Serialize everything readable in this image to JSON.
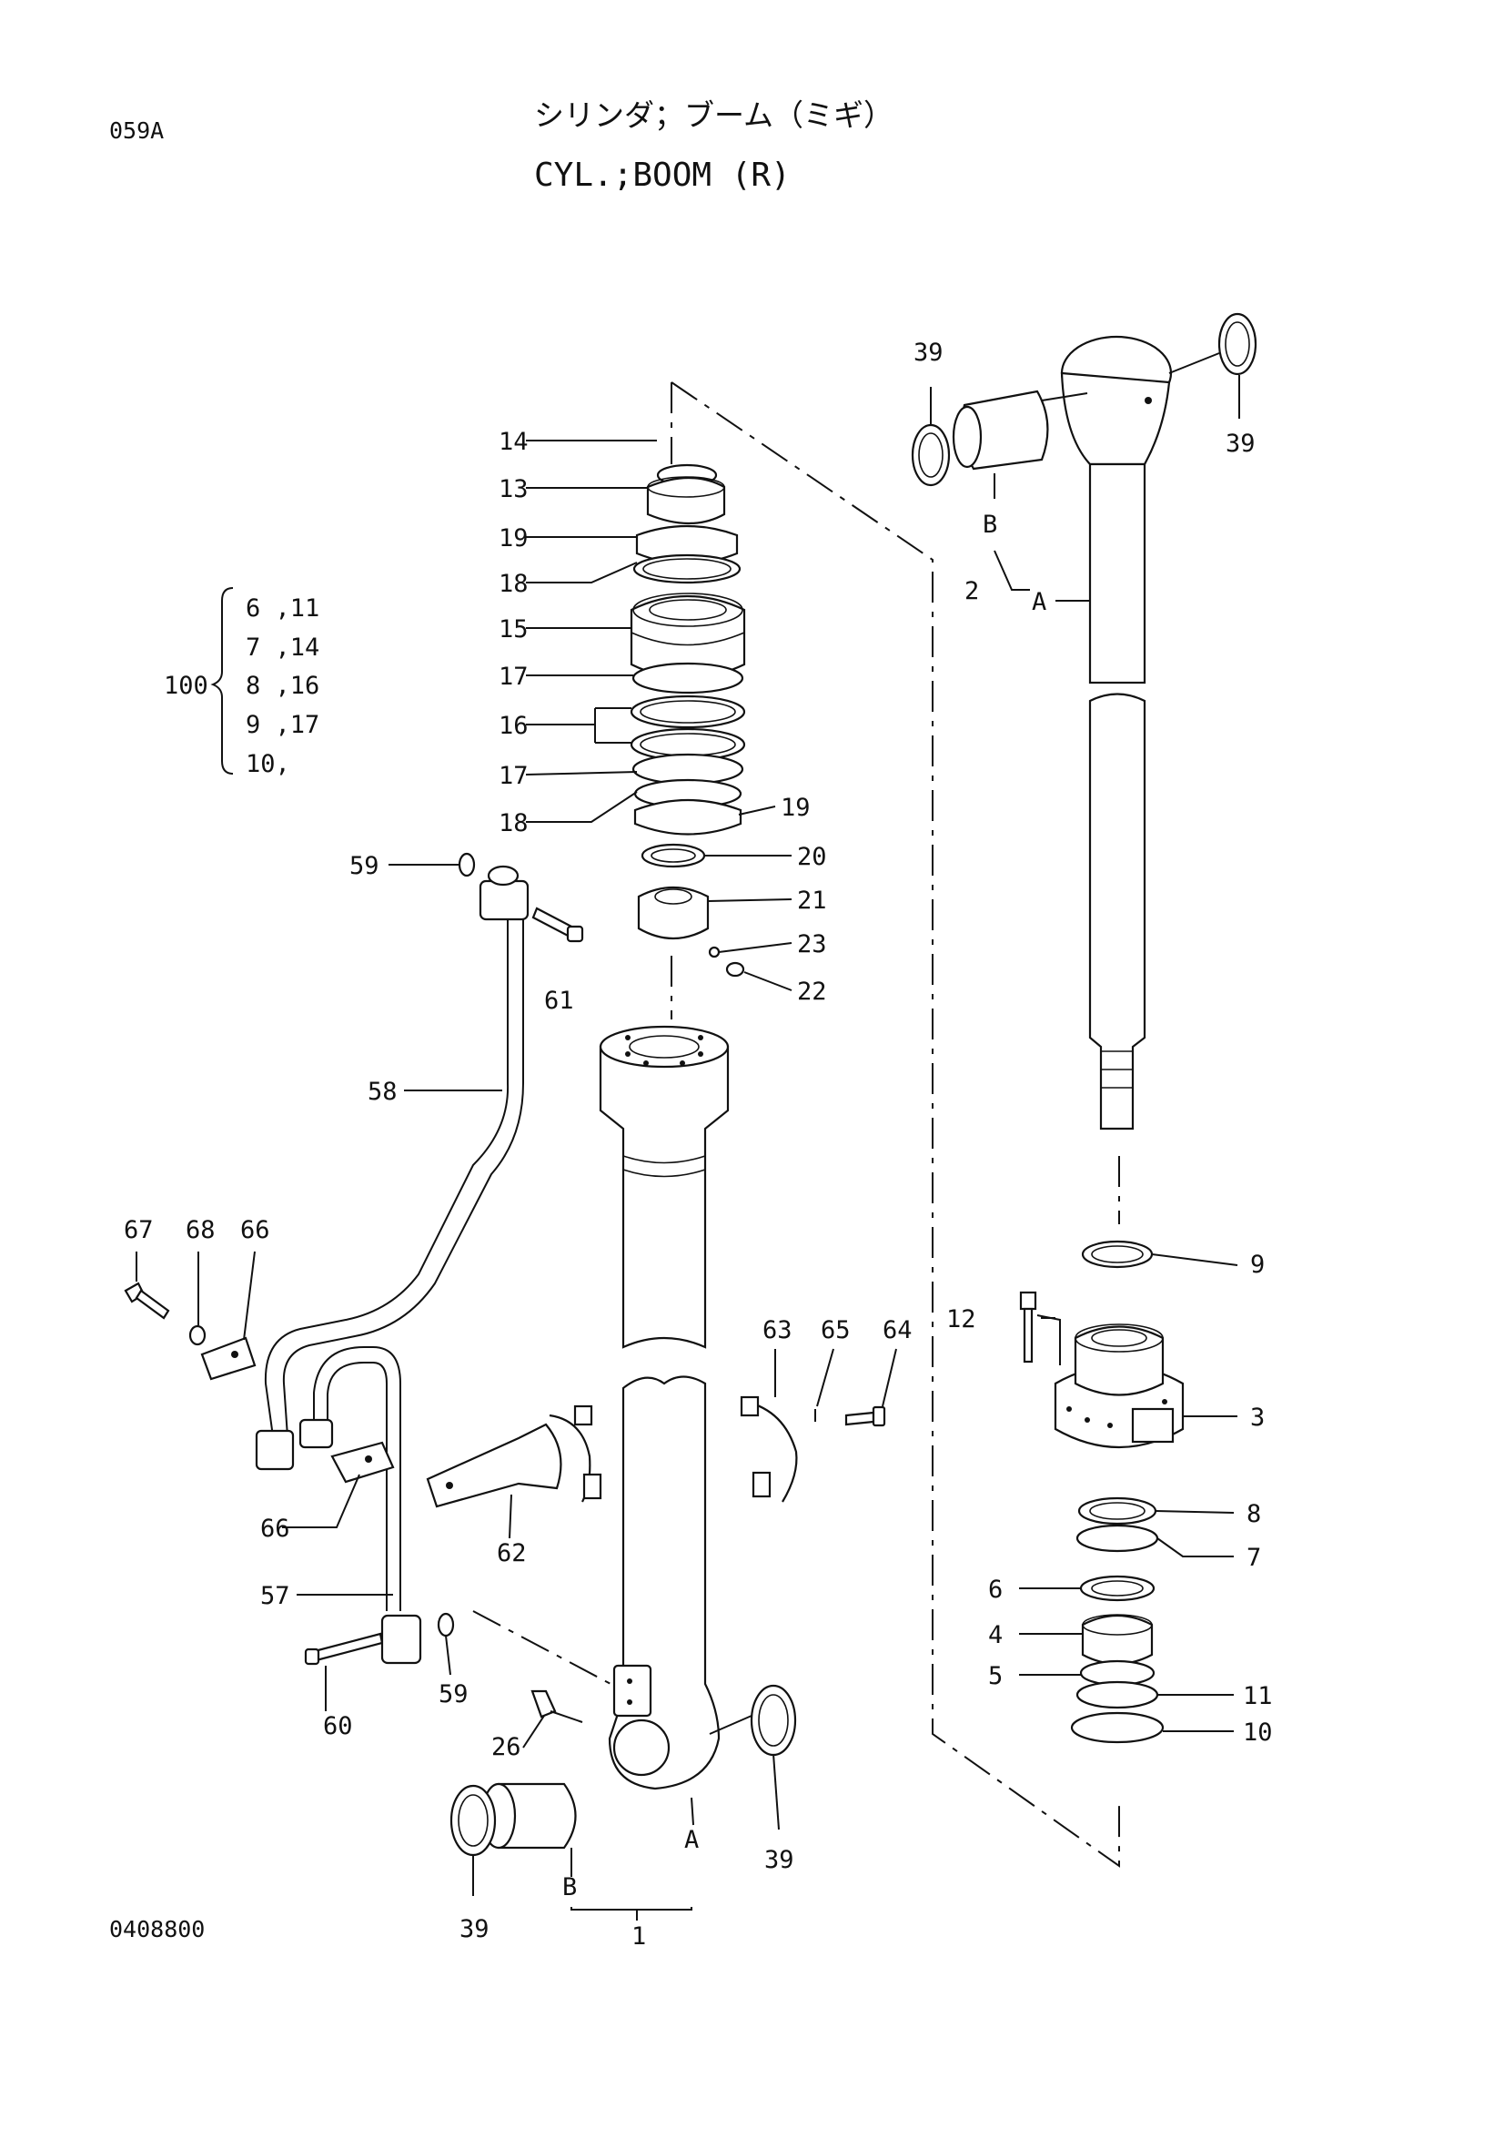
{
  "header": {
    "page_code": "059A",
    "title_jp": "シリンダ；ブーム（ミギ）",
    "title_en": "CYL.;BOOM (R)",
    "drawing_number": "0408800"
  },
  "kit": {
    "label": "100",
    "lines": [
      "6 ,11",
      "7 ,14",
      "8 ,16",
      "9 ,17",
      "10,"
    ]
  },
  "callouts": {
    "c14": "14",
    "c13": "13",
    "c19a": "19",
    "c18a": "18",
    "c15": "15",
    "c17a": "17",
    "c16": "16",
    "c17b": "17",
    "c18b": "18",
    "c19b": "19",
    "c20": "20",
    "c21": "21",
    "c23": "23",
    "c22": "22",
    "c39a": "39",
    "c39b": "39",
    "c39c": "39",
    "c39d": "39",
    "c2": "2",
    "c2A": "A",
    "c2B": "B",
    "c1": "1",
    "c1A": "A",
    "c1B": "B",
    "c59a": "59",
    "c59b": "59",
    "c61": "61",
    "c58": "58",
    "c67": "67",
    "c68": "68",
    "c66a": "66",
    "c66b": "66",
    "c63": "63",
    "c65": "65",
    "c64": "64",
    "c62": "62",
    "c57": "57",
    "c60": "60",
    "c26": "26",
    "c9": "9",
    "c12": "12",
    "c3": "3",
    "c8": "8",
    "c7": "7",
    "c6": "6",
    "c4": "4",
    "c5": "5",
    "c11": "11",
    "c10": "10"
  }
}
